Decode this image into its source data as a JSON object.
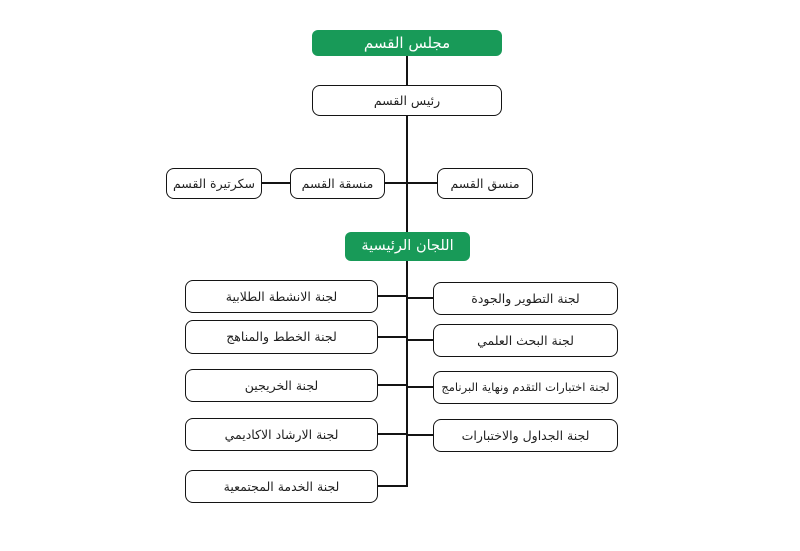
{
  "colors": {
    "accent_green": "#189a58",
    "box_border": "#141414",
    "connector_line": "#141414",
    "text_dark": "#1f1f1f",
    "text_light": "#ffffff",
    "background": "#ffffff"
  },
  "org_chart": {
    "type": "organizational-chart",
    "text_direction": "rtl",
    "root": {
      "label": "مجلس القسم"
    },
    "head": {
      "label": "رئيس القسم"
    },
    "staff_row": [
      {
        "label": "منسق القسم"
      },
      {
        "label": "منسقة القسم"
      },
      {
        "label": "سكرتيرة القسم"
      }
    ],
    "committees_header": {
      "label": "اللجان الرئيسية"
    },
    "left_committees": [
      {
        "label": "لجنة الانشطة الطلابية"
      },
      {
        "label": "لجنة الخطط والمناهج"
      },
      {
        "label": "لجنة الخريجين"
      },
      {
        "label": "لجنة الارشاد الاكاديمي"
      },
      {
        "label": "لجنة الخدمة المجتمعية"
      }
    ],
    "right_committees": [
      {
        "label": "لجنة التطوير والجودة"
      },
      {
        "label": "لجنة البحث العلمي"
      },
      {
        "label": "لجنة اختبارات التقدم ونهاية البرنامج"
      },
      {
        "label": "لجنة الجداول والاختبارات"
      }
    ]
  }
}
